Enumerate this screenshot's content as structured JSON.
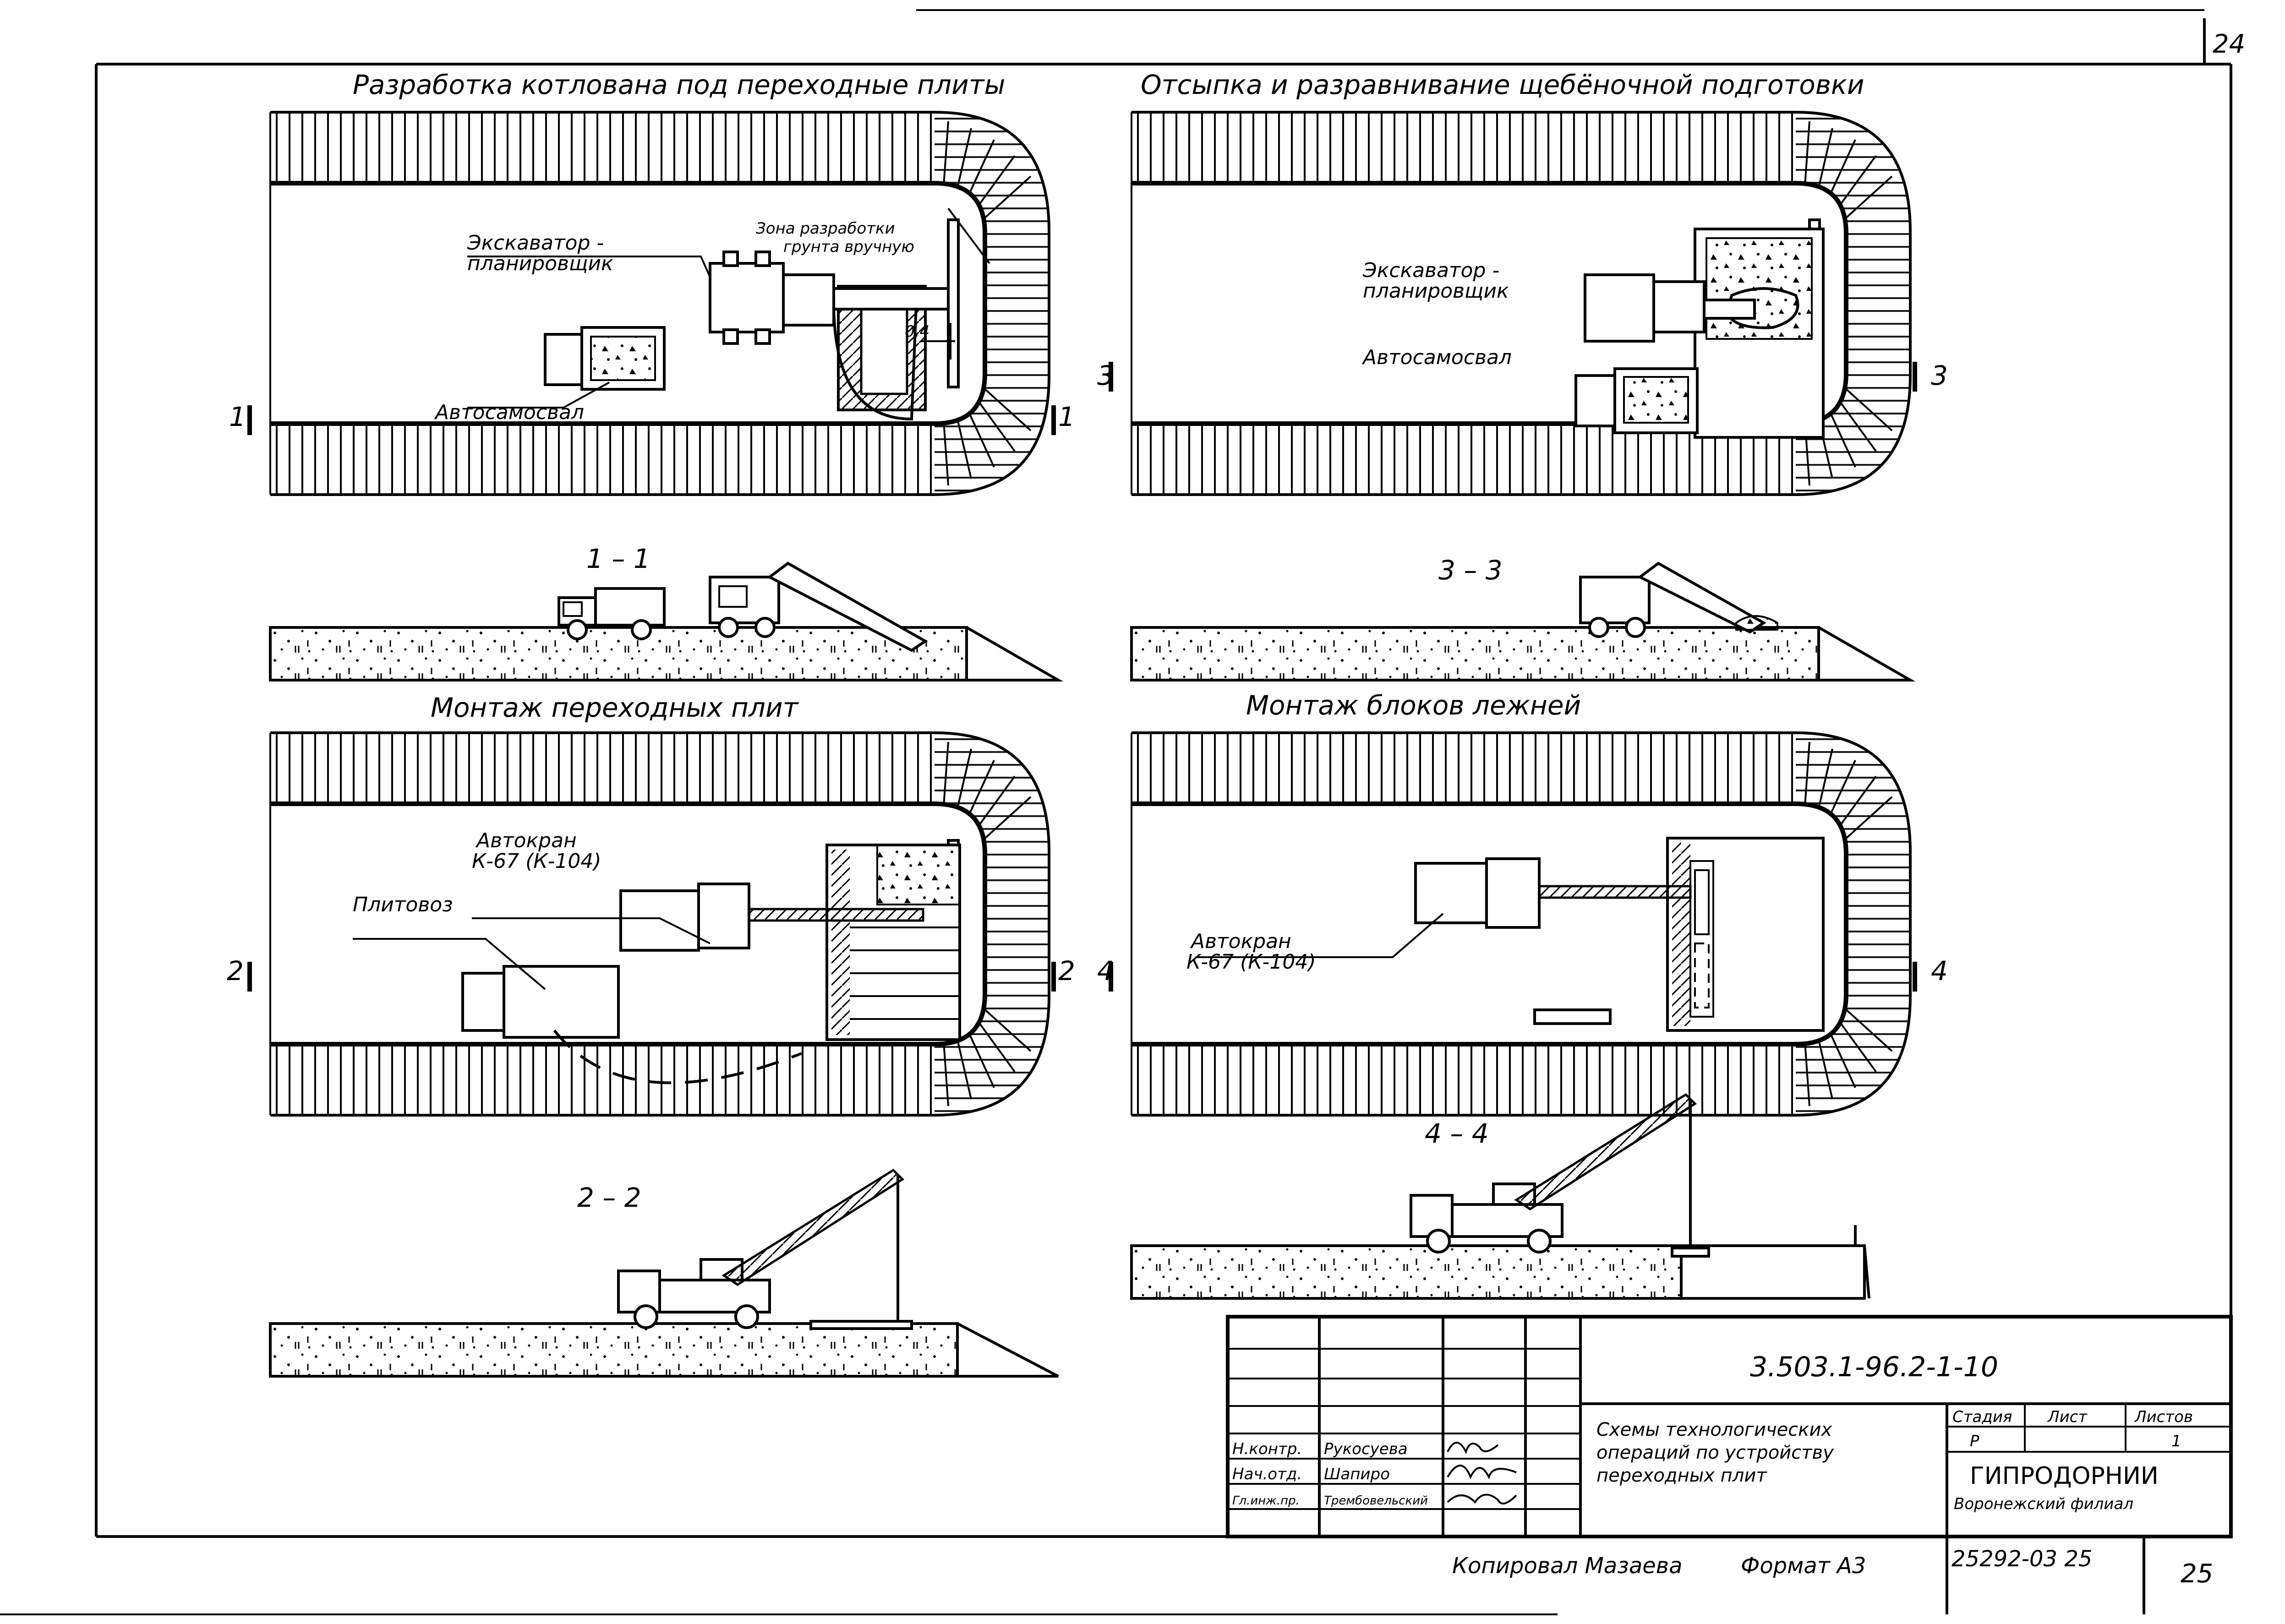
{
  "sheet_number_top": "24",
  "sheet_number_bottom": "25",
  "panels": {
    "top_left": {
      "title": "Разработка котлована под переходные плиты",
      "label_excavator": "Экскаватор-планировщик",
      "label_excavator_line1": "Экскаватор -",
      "label_excavator_line2": "планировщик",
      "label_zone_line1": "Зона разработки",
      "label_zone_line2": "грунта вручную",
      "label_dim": "0.4",
      "label_truck": "Автосамосвал",
      "section_mark": "1",
      "section_title": "1 – 1"
    },
    "top_right": {
      "title": "Отсыпка и разравнивание щебёночной подготовки",
      "label_excavator_line1": "Экскаватор -",
      "label_excavator_line2": "планировщик",
      "label_truck": "Автосамосвал",
      "section_mark": "3",
      "section_title": "3 – 3"
    },
    "bottom_left": {
      "title": "Монтаж переходных плит",
      "label_crane_line1": "Автокран",
      "label_crane_line2": "К-67 (К-104)",
      "label_slab_truck": "Плитовоз",
      "section_mark": "2",
      "section_title": "2 – 2"
    },
    "bottom_right": {
      "title": "Монтаж блоков лежней",
      "label_crane_line1": "Автокран",
      "label_crane_line2": "К-67 (К-104)",
      "section_mark": "4",
      "section_title": "4 – 4"
    }
  },
  "title_block": {
    "doc_code": "3.503.1-96.2-1-10",
    "description_line1": "Схемы технологических",
    "description_line2": "операций по устройству",
    "description_line3": "переходных плит",
    "hdr_stage": "Стадия",
    "hdr_sheet": "Лист",
    "hdr_sheets": "Листов",
    "val_stage": "Р",
    "val_sheets": "1",
    "org_name": "ГИПРОДОРНИИ",
    "org_branch": "Воронежский филиал",
    "roles": [
      {
        "role": "Н.контр.",
        "name": "Рукосуева"
      },
      {
        "role": "Нач.отд.",
        "name": "Шапиро"
      },
      {
        "role": "Гл.инж.пр.",
        "name": "Трембовельский"
      }
    ]
  },
  "footer": {
    "copied": "Копировал Мазаева",
    "format": "Формат А3",
    "inventory": "25292-03 25"
  }
}
